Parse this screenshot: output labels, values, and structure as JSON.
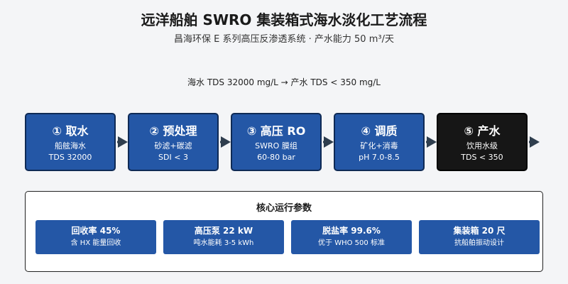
{
  "header": {
    "title": "远洋船舶 SWRO 集装箱式海水淡化工艺流程",
    "subtitle": "昌海环保 E 系列高压反渗透系统 · 产水能力 50 m³/天"
  },
  "flow_summary": "海水 TDS 32000 mg/L → 产水 TDS < 350 mg/L",
  "steps": [
    {
      "title": "① 取水",
      "line1": "船舷海水",
      "line2": "TDS 32000"
    },
    {
      "title": "② 预处理",
      "line1": "砂滤+碳滤",
      "line2": "SDI < 3"
    },
    {
      "title": "③ 高压 RO",
      "line1": "SWRO 膜组",
      "line2": "60-80 bar"
    },
    {
      "title": "④ 调质",
      "line1": "矿化+消毒",
      "line2": "pH 7.0-8.5"
    },
    {
      "title": "⑤ 产水",
      "line1": "饮用水级",
      "line2": "TDS < 350"
    }
  ],
  "params_panel": {
    "title": "核心运行参数",
    "items": [
      {
        "title": "回收率 45%",
        "note": "含 HX 能量回收"
      },
      {
        "title": "高压泵 22 kW",
        "note": "吨水能耗 3-5 kWh"
      },
      {
        "title": "脱盐率 99.6%",
        "note": "优于 WHO 500 标准"
      },
      {
        "title": "集装箱 20 尺",
        "note": "抗船舶振动设计"
      }
    ]
  },
  "colors": {
    "step_fill": "#2457a6",
    "step_border": "#0f2a55",
    "output_fill": "#161616",
    "arrow": "#2f3e4e",
    "panel_border": "#222222"
  }
}
